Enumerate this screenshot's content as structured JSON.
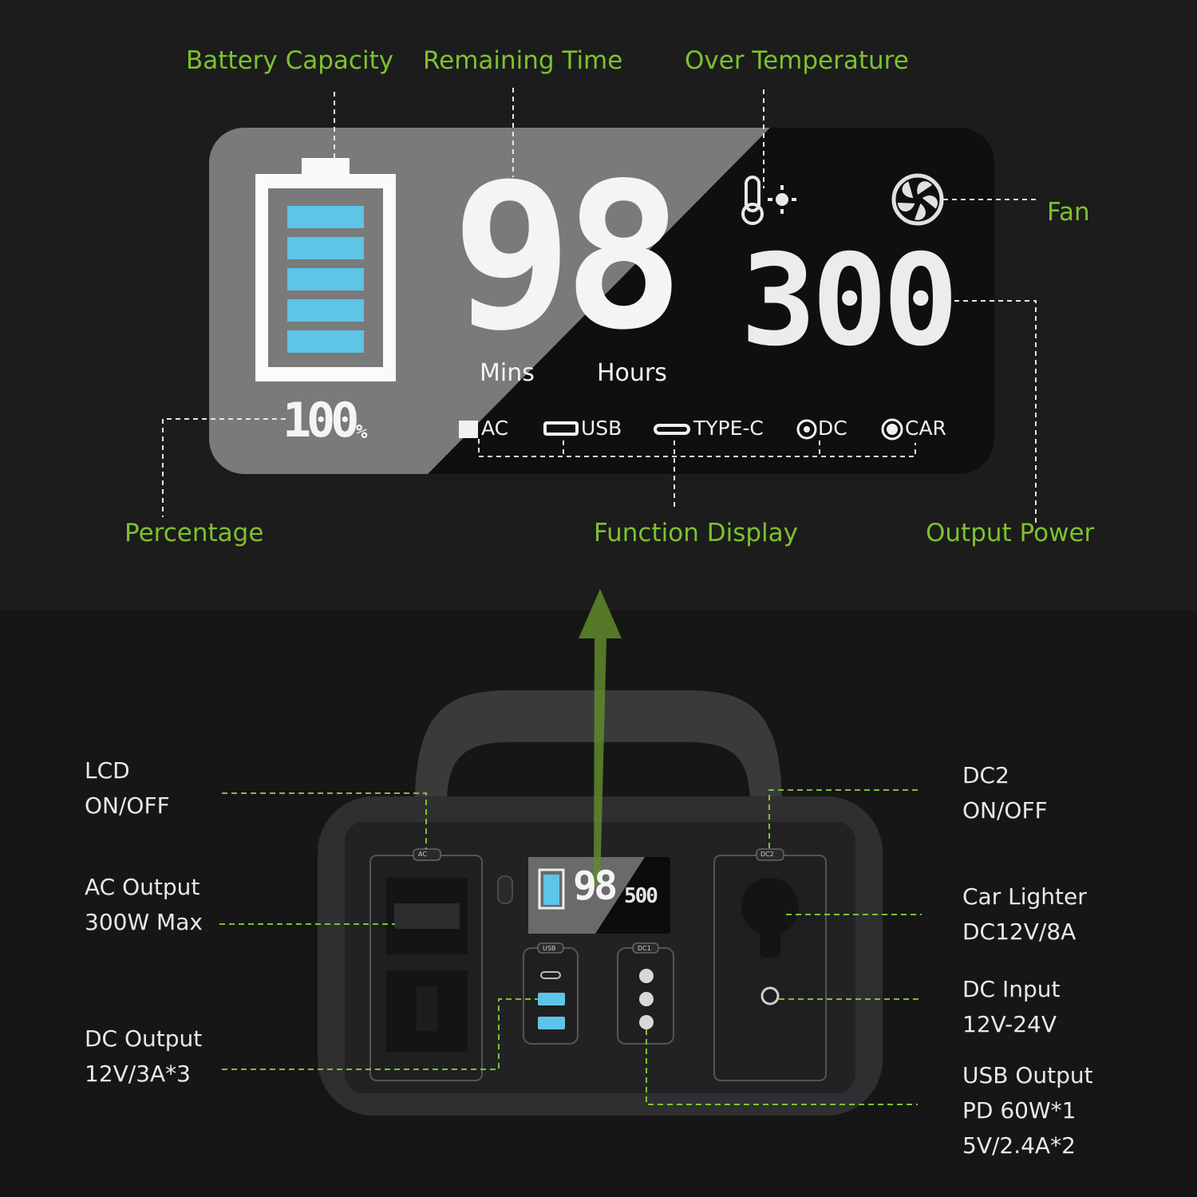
{
  "lcd_callouts": {
    "battery_capacity": "Battery Capacity",
    "remaining_time": "Remaining Time",
    "over_temperature": "Over Temperature",
    "fan": "Fan",
    "percentage": "Percentage",
    "function_display": "Function Display",
    "output_power": "Output Power"
  },
  "lcd_screen": {
    "time_value": "98",
    "mins_label": "Mins",
    "hours_label": "Hours",
    "power_value": "300",
    "percent_value": "100",
    "percent_unit": "%",
    "battery_level": 1.0,
    "functions": [
      "AC",
      "USB",
      "TYPE-C",
      "DC",
      "CAR"
    ]
  },
  "device_callouts": {
    "lcd_onoff": [
      "LCD",
      "ON/OFF"
    ],
    "ac_output": [
      "AC Output",
      "300W Max"
    ],
    "dc_output": [
      "DC Output",
      "12V/3A*3"
    ],
    "dc2_onoff": [
      "DC2",
      "ON/OFF"
    ],
    "car_lighter": [
      "Car Lighter",
      "DC12V/8A"
    ],
    "dc_input": [
      "DC Input",
      "12V-24V"
    ],
    "usb_output": [
      "USB Output",
      "PD 60W*1",
      "5V/2.4A*2"
    ]
  },
  "device_panel": {
    "ac_button": "AC",
    "dc2_button": "DC2",
    "usb_button": "USB",
    "dc1_button": "DC1",
    "mini_time": "98",
    "mini_power": "500"
  },
  "colors": {
    "accent_green": "#7cc22e",
    "battery_cell": "#5ec4e8",
    "background": "#1c1c1c"
  }
}
